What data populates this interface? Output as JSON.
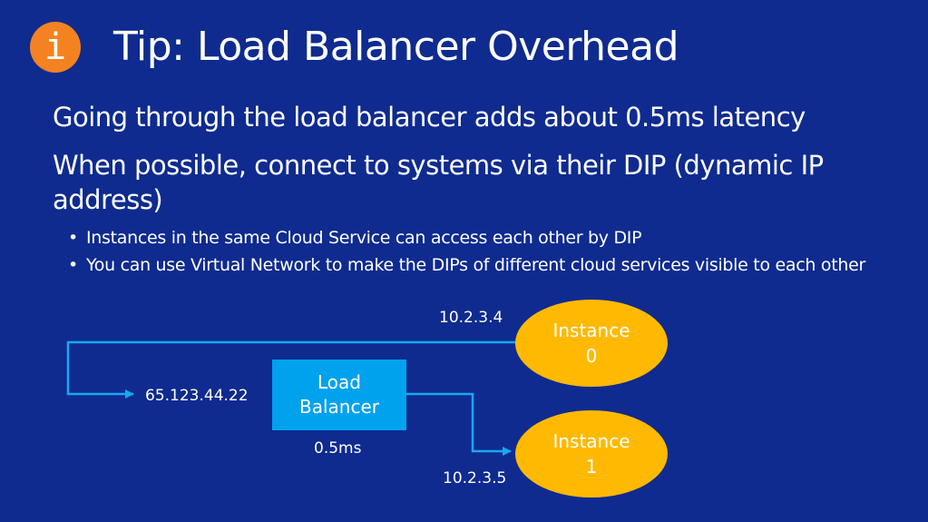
{
  "slide": {
    "icon_glyph": "i",
    "title": "Tip: Load Balancer Overhead",
    "lines": [
      "Going through the load balancer adds about 0.5ms latency",
      "When possible, connect to systems via their DIP (dynamic IP address)"
    ],
    "bullets": [
      "Instances in the same Cloud Service can access each other by DIP",
      "You can use Virtual Network to make the DIPs of different cloud services visible to each other"
    ]
  },
  "diagram": {
    "load_balancer": "Load Balancer",
    "instance_0": "Instance 0",
    "instance_1": "Instance 1",
    "instance_0_ip": "10.2.3.4",
    "instance_1_ip": "10.2.3.5",
    "vip": "65.123.44.22",
    "latency": "0.5ms"
  },
  "colors": {
    "background": "#0f2b8f",
    "icon": "#f58220",
    "load_balancer": "#00a2ed",
    "instance": "#ffb900",
    "arrow": "#1aa7f2",
    "text": "#ffffff"
  },
  "icons": [
    "info-icon"
  ]
}
